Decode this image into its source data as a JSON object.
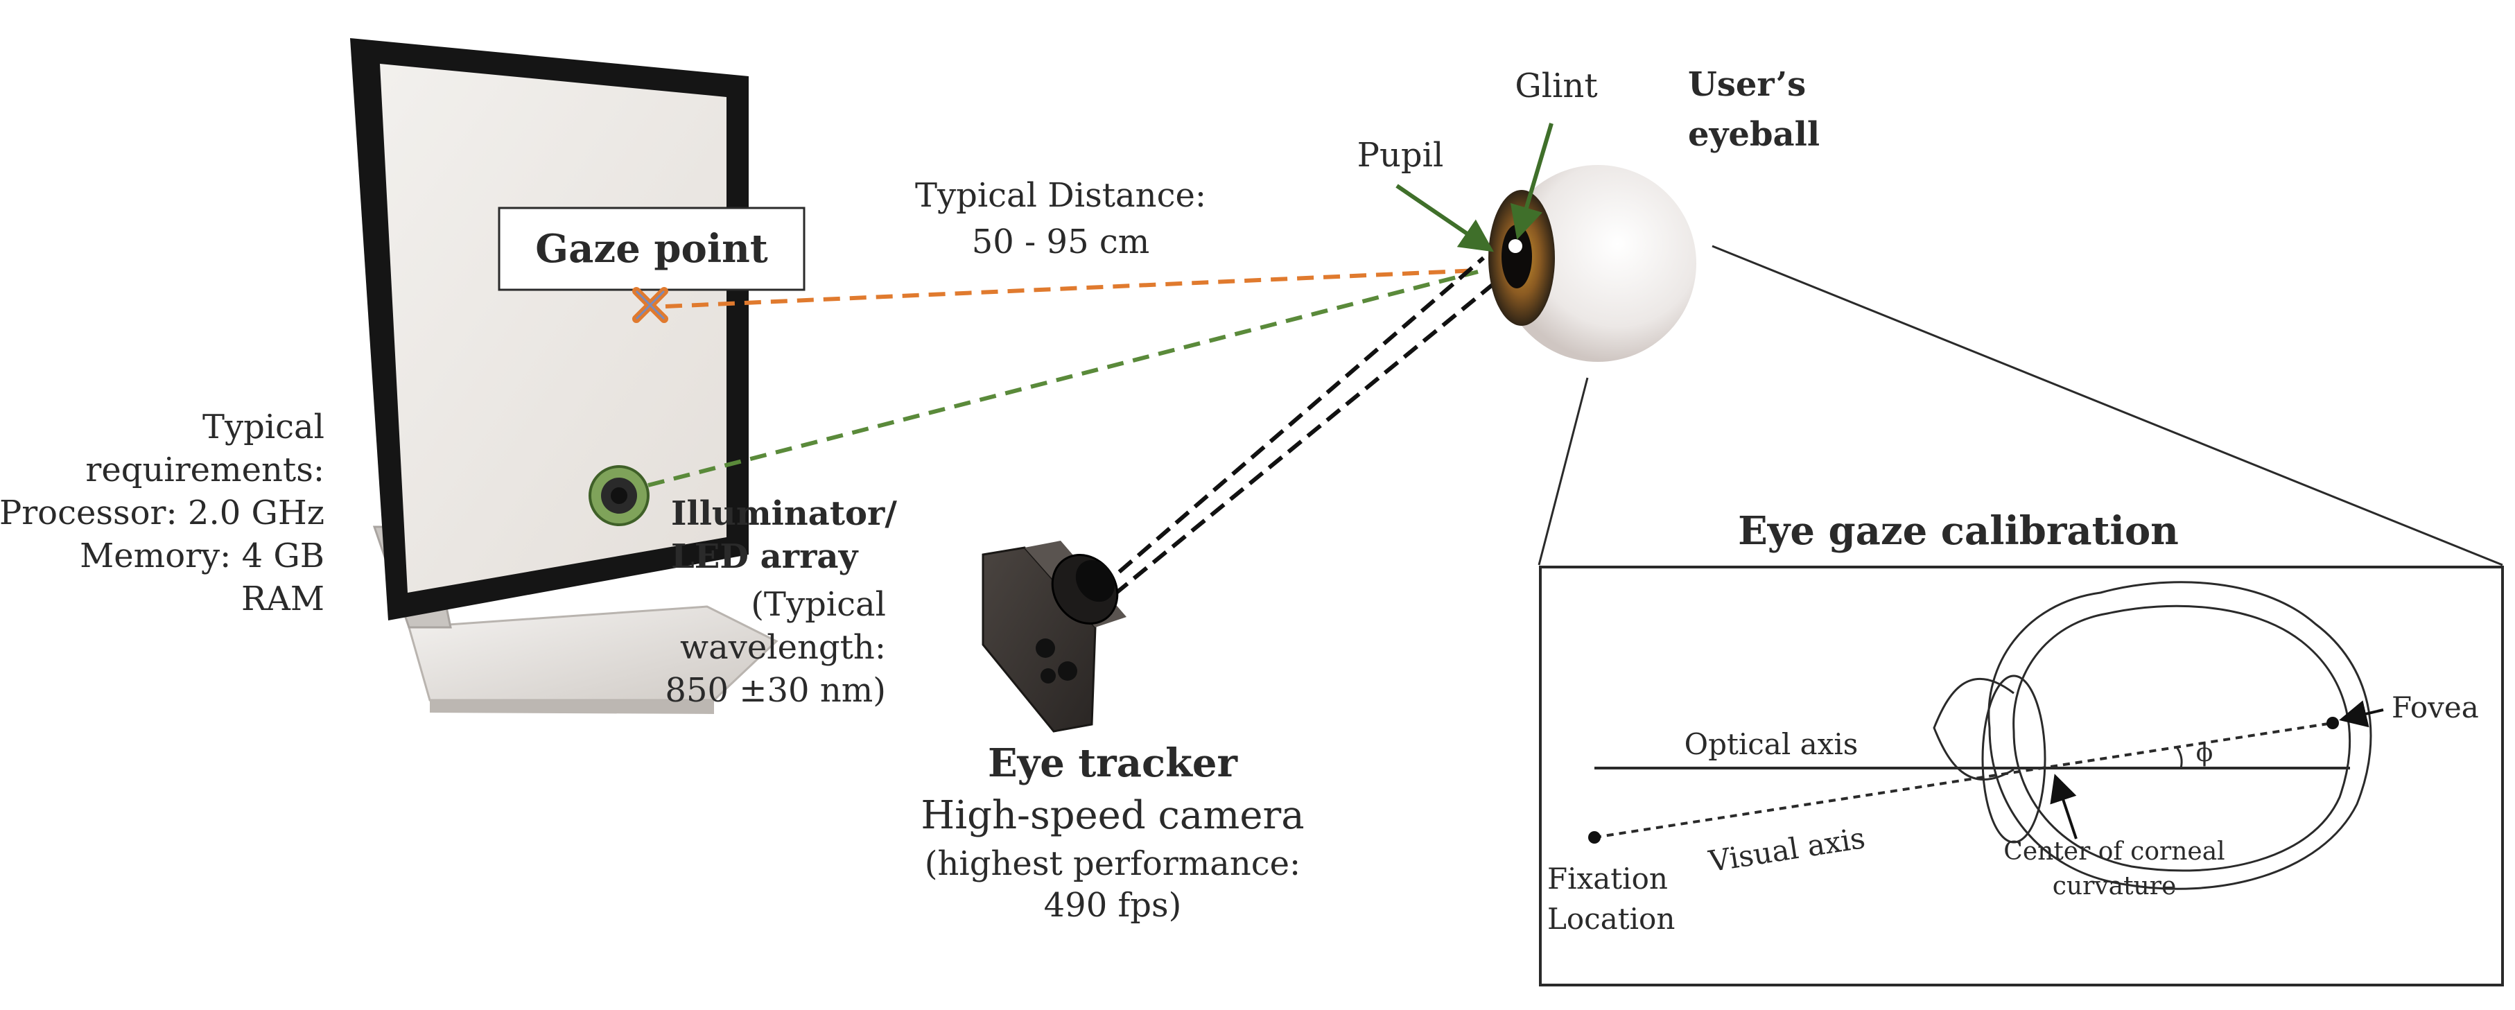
{
  "monitor": {
    "gaze_point_label": "Gaze point",
    "requirements": [
      "Typical",
      "requirements:",
      "Processor: 2.0 GHz",
      "Memory: 4 GB",
      "RAM"
    ]
  },
  "distance": {
    "line1": "Typical Distance:",
    "line2": "50 - 95 cm"
  },
  "illuminator": {
    "title1": "Illuminator/",
    "title2": "LED array",
    "detail1": "(Typical",
    "detail2": "wavelength:",
    "detail3": "850 ±30 nm)"
  },
  "eye_tracker": {
    "title": "Eye tracker",
    "line1": "High-speed camera",
    "line2": "(highest performance:",
    "line3": "490 fps)"
  },
  "eyeball": {
    "glint_label": "Glint",
    "pupil_label": "Pupil",
    "title1": "User’s",
    "title2": "eyeball"
  },
  "calibration": {
    "title": "Eye gaze calibration",
    "optical_axis": "Optical axis",
    "visual_axis": "Visual axis",
    "fovea": "Fovea",
    "phi": "ϕ",
    "fixation1": "Fixation",
    "fixation2": "Location",
    "corneal1": "Center of corneal",
    "corneal2": "curvature"
  },
  "colors": {
    "gaze_line": "#e07a2e",
    "illum_line": "#5a8a3a",
    "camera_line": "#111111",
    "pointer_green": "#3f6f2a"
  }
}
